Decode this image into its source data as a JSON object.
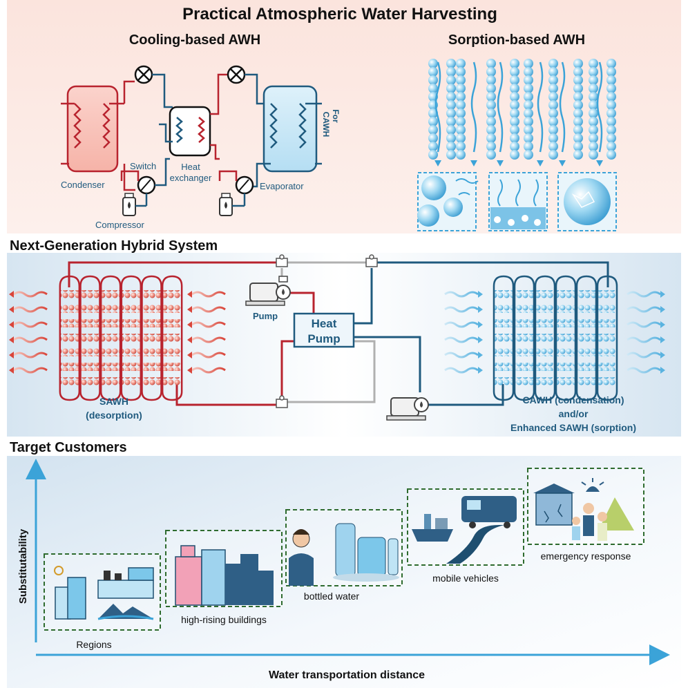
{
  "title": "Practical Atmospheric Water Harvesting",
  "cooling": {
    "heading": "Cooling-based AWH",
    "condenser": "Condenser",
    "switch": "Switch",
    "heat_exchanger_line1": "Heat",
    "heat_exchanger_line2": "exchanger",
    "evaporator": "Evaporator",
    "compressor": "Compressor",
    "for_cawh_line1": "For",
    "for_cawh_line2": "CAWH"
  },
  "sorption": {
    "heading": "Sorption-based AWH"
  },
  "hybrid": {
    "heading": "Next-Generation Hybrid System",
    "pump": "Pump",
    "heat_pump_line1": "Heat",
    "heat_pump_line2": "Pump",
    "sawh_line1": "SAWH",
    "sawh_line2": "(desorption)",
    "cawh_line1": "CAWH (condensation)",
    "cawh_line2": "and/or",
    "cawh_line3": "Enhanced SAWH (sorption)"
  },
  "customers": {
    "heading": "Target Customers",
    "y_axis": "Substitutability",
    "x_axis": "Water transportation distance",
    "items": [
      "Regions",
      "high-rising buildings",
      "bottled water",
      "mobile vehicles",
      "emergency response"
    ]
  },
  "colors": {
    "hot": "#b8232e",
    "cold": "#1f5a7e",
    "accent_blue": "#3ba3d8",
    "top_bg": "#fbe7e1",
    "box_border": "#2e6b2e"
  }
}
